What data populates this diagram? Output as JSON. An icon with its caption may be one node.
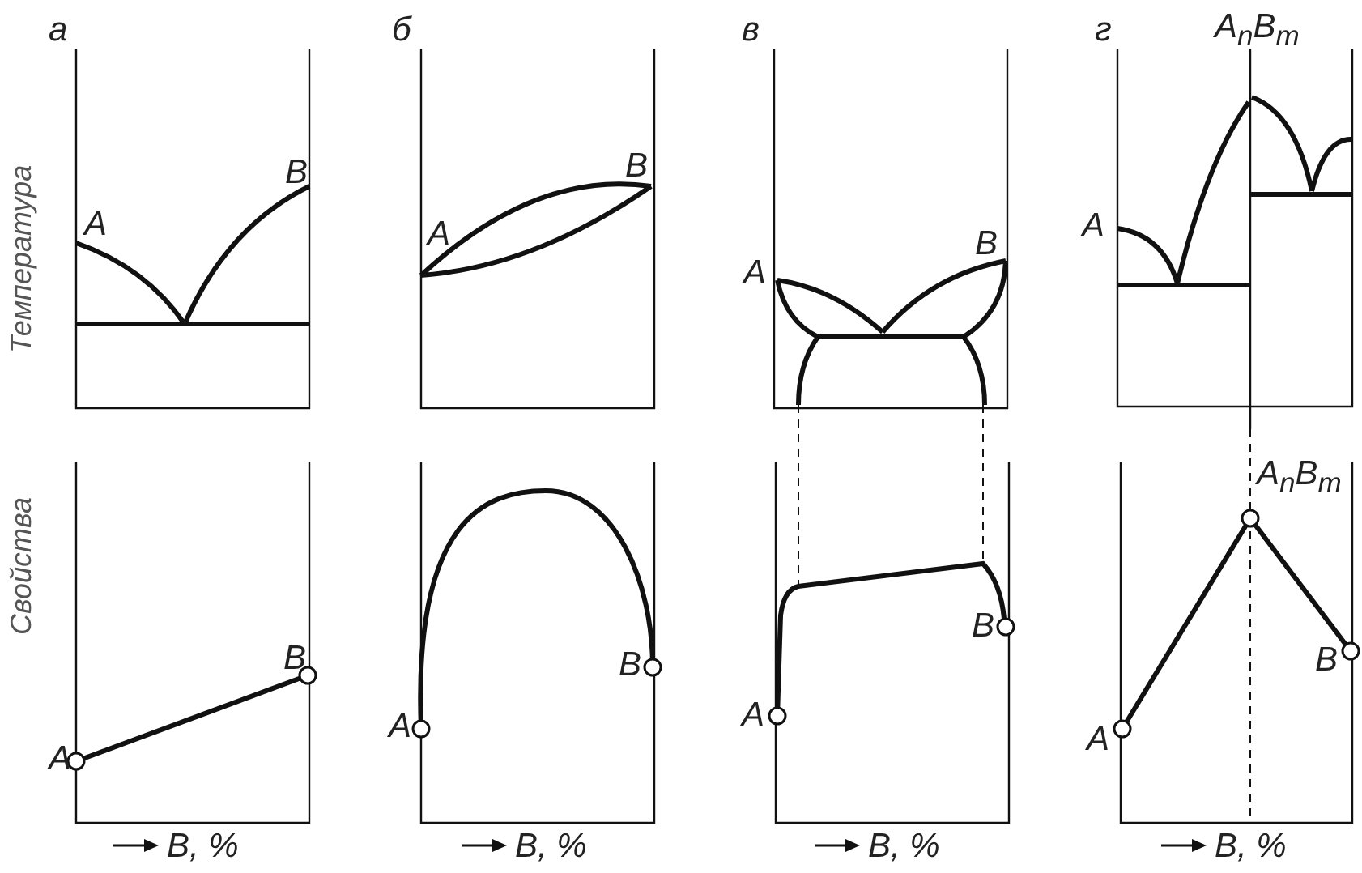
{
  "diagram": {
    "labels": [
      "а",
      "Температура",
      "A",
      "B",
      "б",
      "A",
      "B",
      "в",
      "A",
      "B",
      "г",
      "A$_{n}$B$_{m}$",
      "A",
      "Свойства",
      "A",
      "B",
      "B, %",
      "A",
      "B",
      "B, %",
      "A",
      "B",
      "B, %",
      "A$_{n}$B$_{m}$",
      "A",
      "B",
      "B, %"
    ]
  }
}
